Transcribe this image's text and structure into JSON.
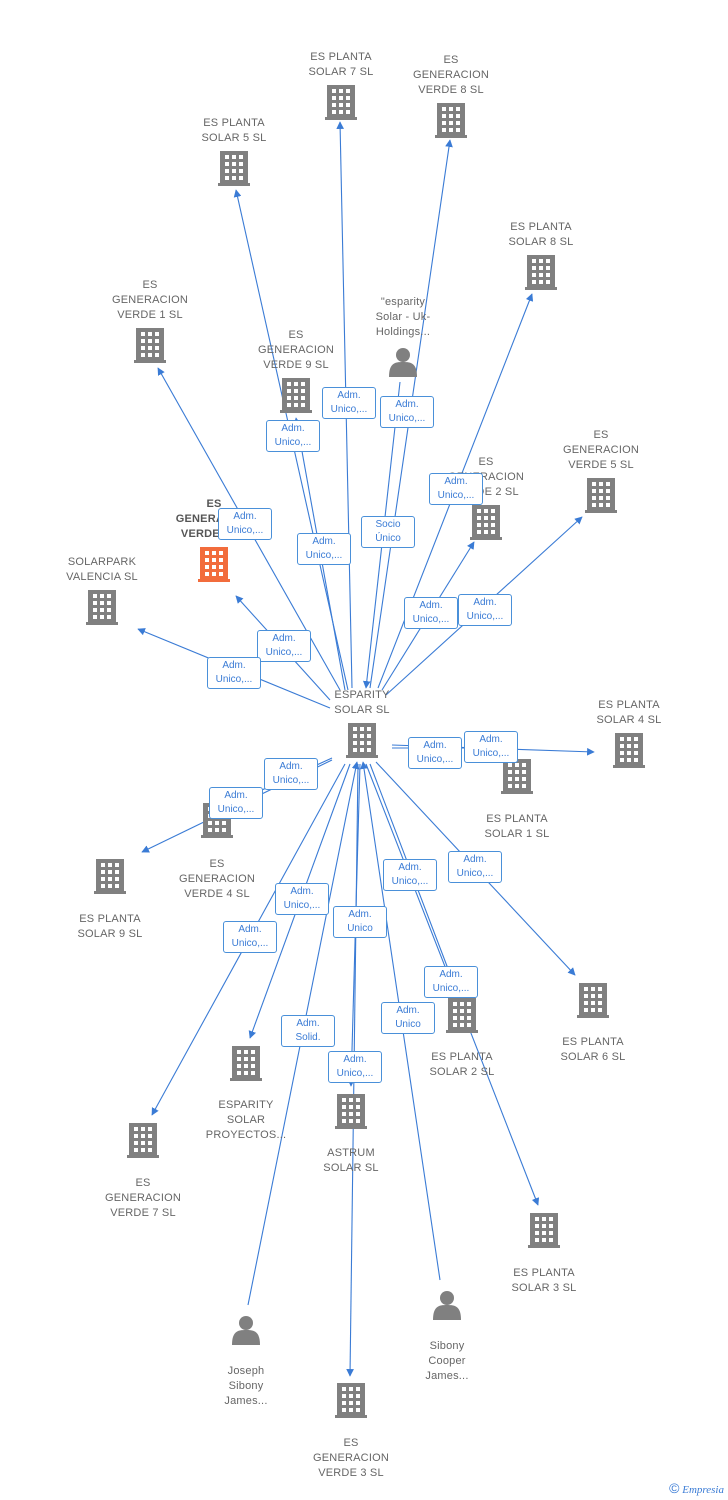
{
  "colors": {
    "edge": "#3a7bd5",
    "node": "#808080",
    "highlight": "#f26c3c",
    "label": "#666666"
  },
  "copyright": {
    "symbol": "©",
    "brand": "Empresia"
  },
  "nodes": [
    {
      "id": "center",
      "label": "ESPARITY\nSOLAR  SL",
      "type": "company"
    },
    {
      "id": "ps7",
      "label": "ES PLANTA\nSOLAR 7  SL",
      "type": "company"
    },
    {
      "id": "gv8",
      "label": "ES\nGENERACION\nVERDE 8  SL",
      "type": "company"
    },
    {
      "id": "ps5",
      "label": "ES PLANTA\nSOLAR 5  SL",
      "type": "company"
    },
    {
      "id": "ps8",
      "label": "ES PLANTA\nSOLAR 8  SL",
      "type": "company"
    },
    {
      "id": "gv1",
      "label": "ES\nGENERACION\nVERDE 1  SL",
      "type": "company"
    },
    {
      "id": "uk",
      "label": "\"esparity\nSolar - Uk-\nHoldings...",
      "type": "person"
    },
    {
      "id": "gv9",
      "label": "ES\nGENERACION\nVERDE 9  SL",
      "type": "company"
    },
    {
      "id": "gv2",
      "label": "ES\nGENERACION\nVERDE 2  SL",
      "type": "company"
    },
    {
      "id": "gv5",
      "label": "ES\nGENERACION\nVERDE 5  SL",
      "type": "company"
    },
    {
      "id": "gv6",
      "label": "ES\nGENERACION\nVERDE 6  SL",
      "type": "company",
      "highlight": true
    },
    {
      "id": "spv",
      "label": "SOLARPARK\nVALENCIA  SL",
      "type": "company"
    },
    {
      "id": "ps4",
      "label": "ES PLANTA\nSOLAR 4  SL",
      "type": "company"
    },
    {
      "id": "ps1",
      "label": "ES PLANTA\nSOLAR 1  SL",
      "type": "company"
    },
    {
      "id": "gv4",
      "label": "ES\nGENERACION\nVERDE 4  SL",
      "type": "company"
    },
    {
      "id": "ps9",
      "label": "ES PLANTA\nSOLAR 9  SL",
      "type": "company"
    },
    {
      "id": "ps6",
      "label": "ES PLANTA\nSOLAR 6  SL",
      "type": "company"
    },
    {
      "id": "ps2",
      "label": "ES PLANTA\nSOLAR 2  SL",
      "type": "company"
    },
    {
      "id": "esp",
      "label": "ESPARITY\nSOLAR\nPROYECTOS...",
      "type": "company"
    },
    {
      "id": "ast",
      "label": "ASTRUM\nSOLAR  SL",
      "type": "company"
    },
    {
      "id": "gv7",
      "label": "ES\nGENERACION\nVERDE 7  SL",
      "type": "company"
    },
    {
      "id": "ps3",
      "label": "ES PLANTA\nSOLAR 3  SL",
      "type": "company"
    },
    {
      "id": "jsj",
      "label": "Joseph\nSibony\nJames...",
      "type": "person"
    },
    {
      "id": "scj",
      "label": "Sibony\nCooper\nJames...",
      "type": "person"
    },
    {
      "id": "gv3",
      "label": "ES\nGENERACION\nVERDE 3  SL",
      "type": "company"
    }
  ],
  "edges": [
    {
      "from": "center",
      "to": "ps7",
      "label": "Adm.\nUnico,..."
    },
    {
      "from": "center",
      "to": "gv8",
      "label": "Adm.\nUnico,..."
    },
    {
      "from": "center",
      "to": "ps5",
      "label": "Adm.\nUnico,..."
    },
    {
      "from": "center",
      "to": "gv9",
      "label": "Adm.\nUnico,..."
    },
    {
      "from": "center",
      "to": "ps8",
      "label": "Adm.\nUnico,..."
    },
    {
      "from": "center",
      "to": "gv1",
      "label": "Adm.\nUnico,..."
    },
    {
      "from": "uk",
      "to": "center",
      "label": "Socio\nÚnico"
    },
    {
      "from": "center",
      "to": "gv2",
      "label": "Adm.\nUnico,..."
    },
    {
      "from": "center",
      "to": "gv5",
      "label": "Adm.\nUnico,..."
    },
    {
      "from": "center",
      "to": "gv6",
      "label": "Adm.\nUnico,..."
    },
    {
      "from": "center",
      "to": "spv",
      "label": "Adm.\nUnico,..."
    },
    {
      "from": "center",
      "to": "ps4",
      "label": "Adm.\nUnico,..."
    },
    {
      "from": "center",
      "to": "ps1",
      "label": "Adm.\nUnico,..."
    },
    {
      "from": "center",
      "to": "gv4",
      "label": "Adm.\nUnico,..."
    },
    {
      "from": "center",
      "to": "ps9",
      "label": "Adm.\nUnico,..."
    },
    {
      "from": "center",
      "to": "ps6",
      "label": "Adm.\nUnico,..."
    },
    {
      "from": "center",
      "to": "ps2",
      "label": "Adm.\nUnico,..."
    },
    {
      "from": "center",
      "to": "esp",
      "label": "Adm.\nUnico,..."
    },
    {
      "from": "center",
      "to": "gv7",
      "label": "Adm.\nUnico,..."
    },
    {
      "from": "center",
      "to": "ast",
      "label": "Adm.\nUnico"
    },
    {
      "from": "center",
      "to": "gv3",
      "label": "Adm.\nUnico,..."
    },
    {
      "from": "center",
      "to": "ps3",
      "label": "Adm.\nUnico,..."
    },
    {
      "from": "jsj",
      "to": "center",
      "label": "Adm.\nSolid."
    },
    {
      "from": "scj",
      "to": "center",
      "label": "Adm.\nUnico"
    }
  ]
}
